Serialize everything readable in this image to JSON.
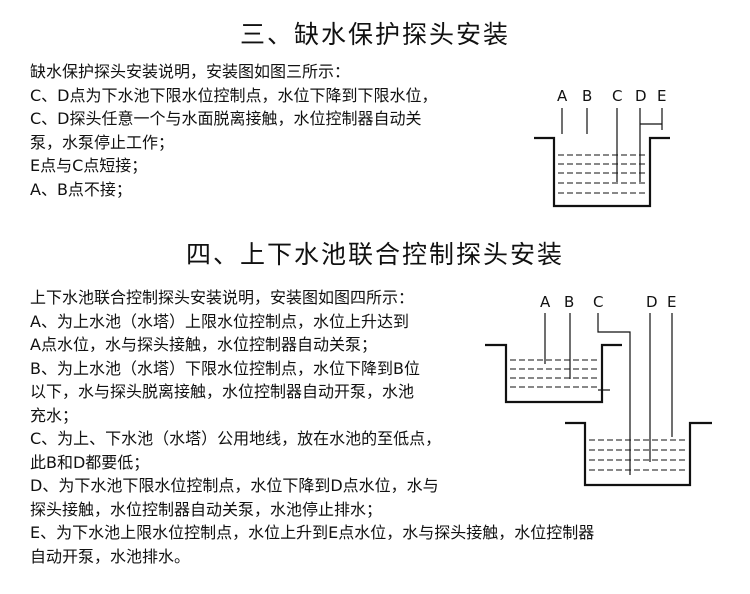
{
  "section3": {
    "title": "三、缺水保护探头安装",
    "lines": [
      "缺水保护探头安装说明，安装图如图三所示：",
      "C、D点为下水池下限水位控制点，水位下降到下限水位，",
      "C、D探头任意一个与水面脱离接触，水位控制器自动关",
      "泵，水泵停止工作；",
      "E点与C点短接；",
      "A、B点不接；"
    ],
    "diagram_labels": [
      "A",
      "B",
      "C",
      "D",
      "E"
    ]
  },
  "section4": {
    "title": "四、上下水池联合控制探头安装",
    "lines": [
      "上下水池联合控制探头安装说明，安装图如图四所示：",
      "A、为上水池（水塔）上限水位控制点，水位上升达到",
      "A点水位，水与探头接触，水位控制器自动关泵；",
      "B、为上水池（水塔）下限水位控制点，水位下降到B位",
      "以下，水与探头脱离接触，水位控制器自动开泵，水池",
      "充水；",
      "C、为上、下水池（水塔）公用地线，放在水池的至低点，",
      "此B和D都要低；",
      "D、为下水池下限水位控制点，水位下降到D点水位，水与",
      "探头接触，水位控制器自动关泵，水池停止排水；",
      "E、为下水池上限水位控制点，水位上升到E点水位，水与探头接触，水位控制器",
      "自动开泵，水池排水。"
    ],
    "diagram_labels": [
      "A",
      "B",
      "C",
      "D",
      "E"
    ]
  }
}
